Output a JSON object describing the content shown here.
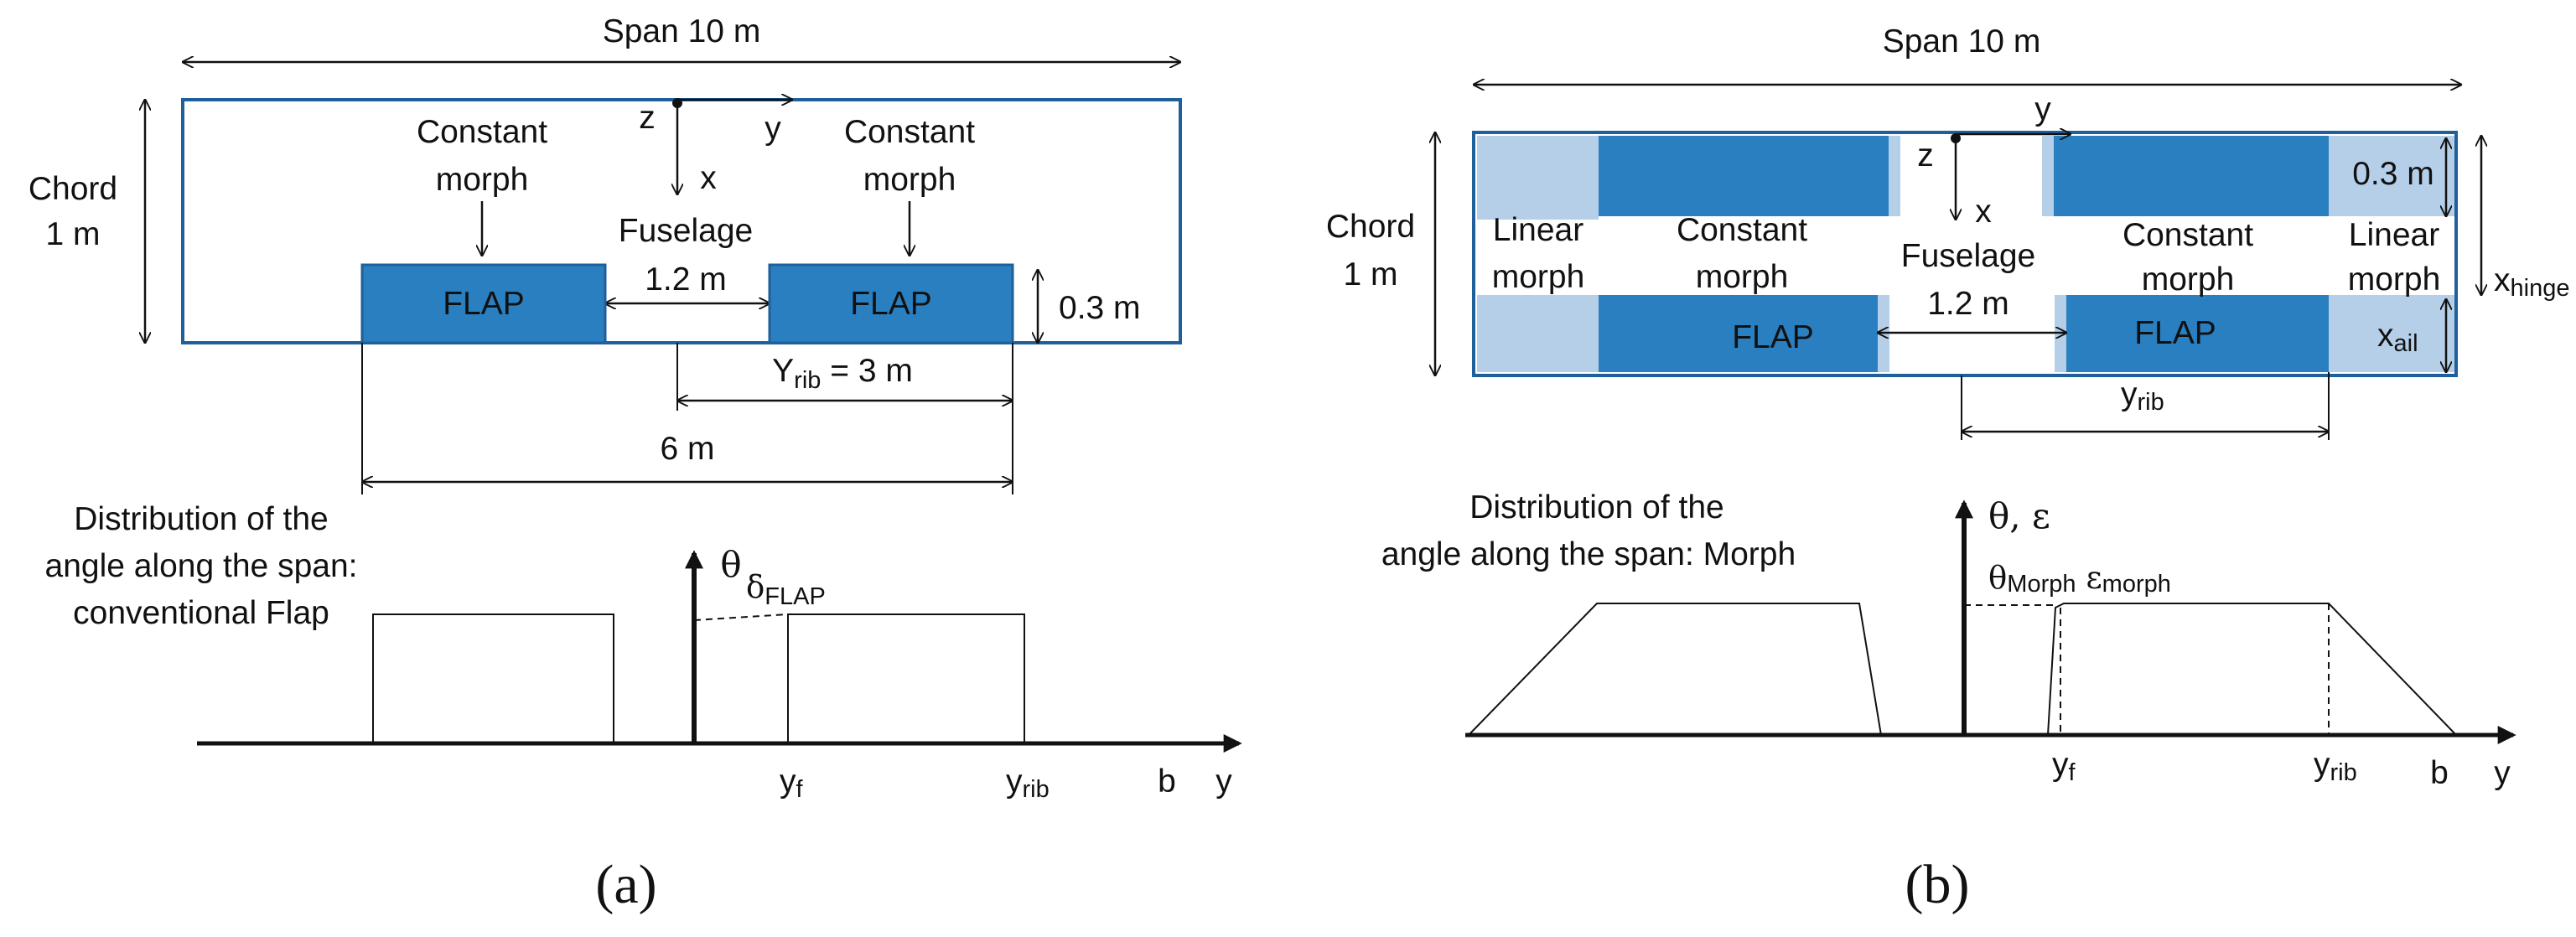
{
  "colors": {
    "wing_outline": "#1f5f9a",
    "flap_fill": "#2a7fc0",
    "morph_light": "#b5cfe9",
    "morph_dark": "#2a7fc0",
    "line": "#111111"
  },
  "panel_a": {
    "span_label": "Span 10 m",
    "chord_label": [
      "Chord",
      "1 m"
    ],
    "z_label": "z",
    "y_label": "y",
    "x_label": "x",
    "constant_morph_left": [
      "Constant",
      "morph"
    ],
    "constant_morph_right": [
      "Constant",
      "morph"
    ],
    "fuselage_label": "Fuselage",
    "fuselage_width": "1.2 m",
    "flap_left": "FLAP",
    "flap_right": "FLAP",
    "flap_depth": "0.3 m",
    "yrib_prefix": "Y",
    "yrib_sub": "rib",
    "yrib_value": " = 3 m",
    "flap_span": "6 m",
    "dist_title": [
      "Distribution of the",
      "angle along the span:",
      "conventional Flap"
    ],
    "theta_label": "θ",
    "delta_label": "δ",
    "delta_sub": "FLAP",
    "tick_yf": "y",
    "tick_yf_sub": "f",
    "tick_yrib": "y",
    "tick_yrib_sub": "rib",
    "tick_b": "b",
    "axis_y": "y",
    "caption": "(a)"
  },
  "panel_b": {
    "span_label": "Span 10 m",
    "chord_label": [
      "Chord",
      "1 m"
    ],
    "z_label": "z",
    "y_label": "y",
    "x_label": "x",
    "linear_morph_left": [
      "Linear",
      "morph"
    ],
    "constant_morph_left": [
      "Constant",
      "morph"
    ],
    "fuselage_label": "Fuselage",
    "fuselage_width": "1.2 m",
    "constant_morph_right": [
      "Constant",
      "morph"
    ],
    "linear_morph_right": [
      "Linear",
      "morph"
    ],
    "depth_label": "0.3 m",
    "xhinge": "x",
    "xhinge_sub": "hinge",
    "xail": "x",
    "xail_sub": "ail",
    "flap_left": "FLAP",
    "flap_right": "FLAP",
    "yrib": "y",
    "yrib_sub": "rib",
    "dist_title": [
      "Distribution of the",
      "angle along the span: Morph"
    ],
    "theta_eps": "θ, ε",
    "theta_morph": "θ",
    "theta_morph_sub": "Morph",
    "eps_morph": "ε",
    "eps_morph_sub": "morph",
    "tick_yf": "y",
    "tick_yf_sub": "f",
    "tick_yrib": "y",
    "tick_yrib_sub": "rib",
    "tick_b": "b",
    "axis_y": "y",
    "caption": "(b)"
  }
}
